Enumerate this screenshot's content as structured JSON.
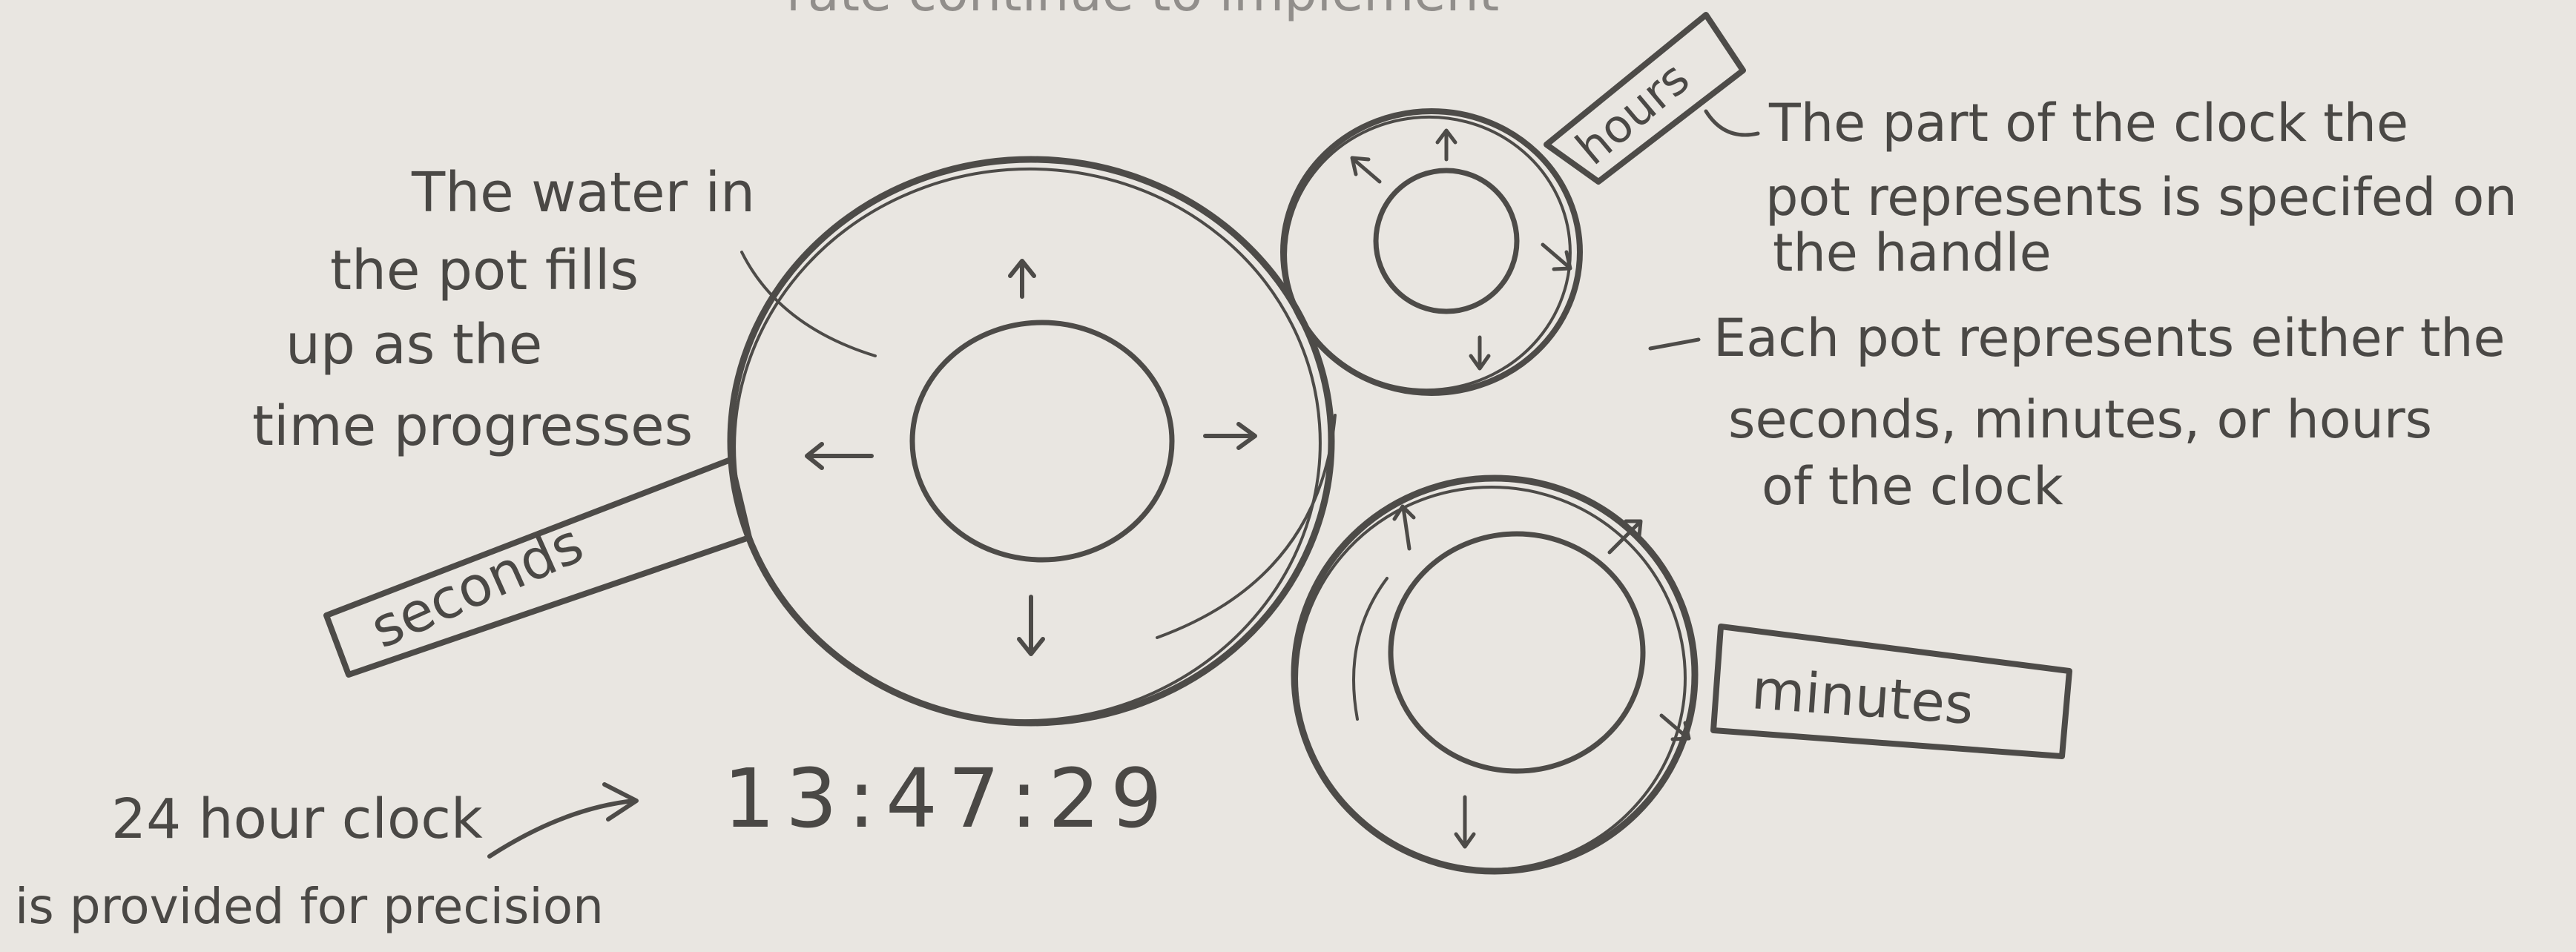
{
  "top_cut_text": "rate continue to implement",
  "pots": {
    "seconds": {
      "handle_label": "seconds"
    },
    "hours": {
      "handle_label": "hours"
    },
    "minutes": {
      "handle_label": "minutes"
    }
  },
  "notes": {
    "water_fill": [
      "The water in",
      "the pot fills",
      "up as the",
      "time progresses"
    ],
    "handle_spec": [
      "The part of the clock the",
      "pot represents is specifed on",
      "the handle"
    ],
    "each_pot": [
      "Each pot represents either the",
      "seconds, minutes, or hours",
      "of the clock"
    ],
    "clock_note": [
      "24 hour clock",
      "is provided for precision"
    ]
  },
  "digital_clock": {
    "time": "13:47:29"
  },
  "colors": {
    "paper": "#e9e6e1",
    "pencil": "#4d4b48",
    "water_hatch": "#8d8a86"
  }
}
